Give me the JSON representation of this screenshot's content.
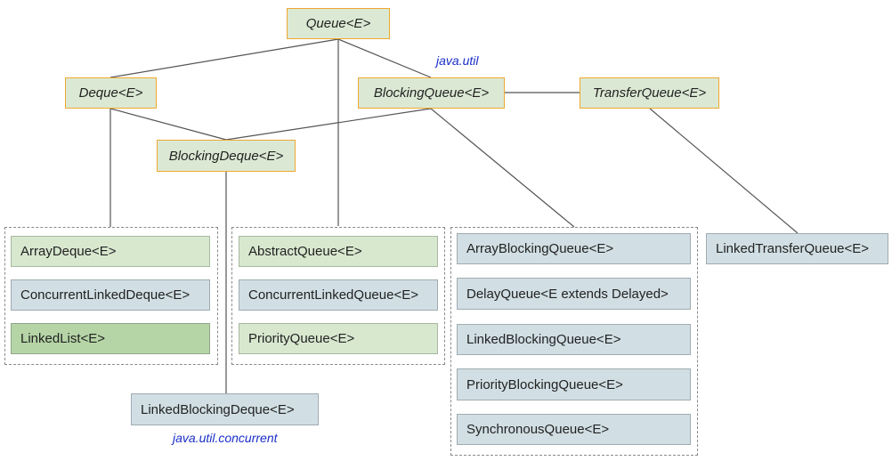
{
  "interfaces": {
    "queue": "Queue<E>",
    "deque": "Deque<E>",
    "blocking_queue": "BlockingQueue<E>",
    "transfer_queue": "TransferQueue<E>",
    "blocking_deque": "BlockingDeque<E>"
  },
  "packages": {
    "util": "java.util",
    "concurrent": "java.util.concurrent"
  },
  "deque_group": [
    "ArrayDeque<E>",
    "ConcurrentLinkedDeque<E>",
    "LinkedList<E>"
  ],
  "queue_group": [
    "AbstractQueue<E>",
    "ConcurrentLinkedQueue<E>",
    "PriorityQueue<E>"
  ],
  "blocking_group": [
    "ArrayBlockingQueue<E>",
    "DelayQueue<E extends Delayed>",
    "LinkedBlockingQueue<E>",
    "PriorityBlockingQueue<E>",
    "SynchronousQueue<E>"
  ],
  "linked_transfer_queue": "LinkedTransferQueue<E>",
  "linked_blocking_deque": "LinkedBlockingDeque<E>",
  "colors": {
    "interface_fill": "#dbe9d4",
    "interface_border": "#f0a830",
    "util_class_fill": "#d8e8cf",
    "concurrent_class_fill": "#d1dfe4",
    "highlight_class_fill": "#b5d5a6",
    "package_label": "#1a2ec8"
  }
}
